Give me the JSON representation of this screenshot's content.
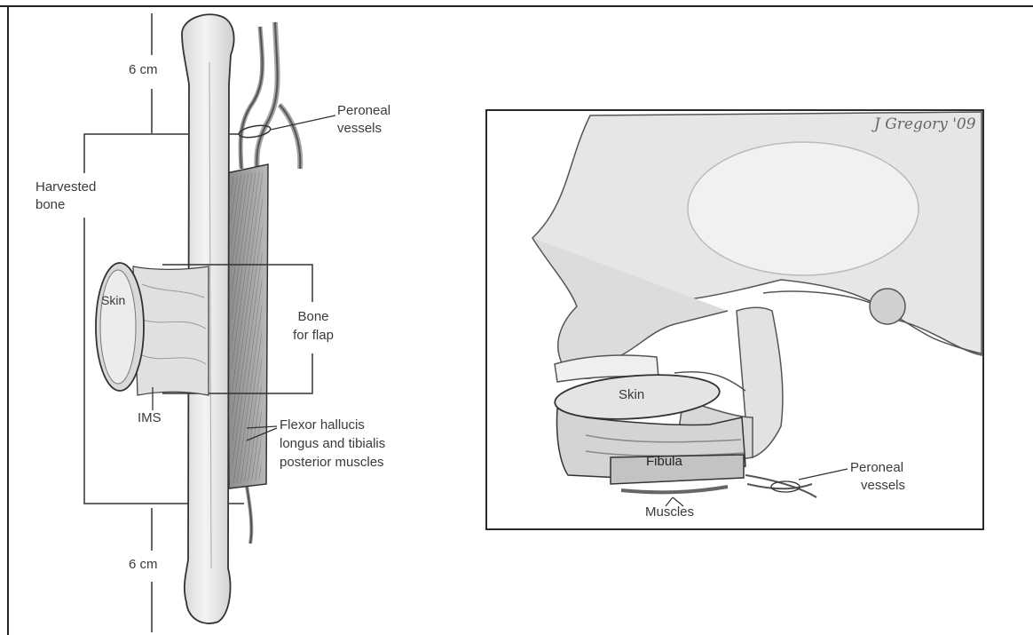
{
  "left_panel": {
    "top_measure": "6 cm",
    "bottom_measure": "6 cm",
    "harvested_line1": "Harvested",
    "harvested_line2": "bone",
    "skin": "Skin",
    "ims": "IMS",
    "bone_flap_line1": "Bone",
    "bone_flap_line2": "for flap",
    "peroneal_line1": "Peroneal",
    "peroneal_line2": "vessels",
    "flexor_line1": "Flexor hallucis",
    "flexor_line2": "longus and tibialis",
    "flexor_line3": "posterior muscles"
  },
  "right_panel": {
    "signature": "J Gregory '09",
    "skin": "Skin",
    "fibula": "Fibula",
    "muscles": "Muscles",
    "peroneal_line1": "Peroneal",
    "peroneal_line2": "vessels"
  },
  "colors": {
    "line": "#2b2b2b",
    "bone_fill": "#e9e9e9",
    "shade": "#c8c8c8",
    "background": "#ffffff"
  }
}
